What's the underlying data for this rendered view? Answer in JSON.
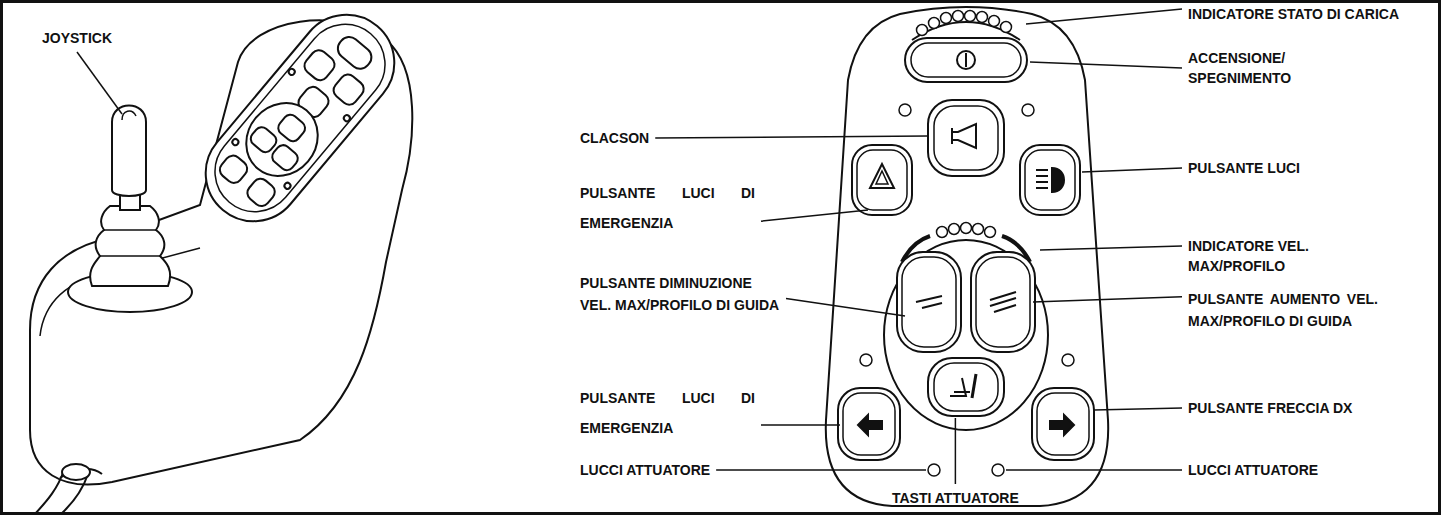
{
  "diagram": {
    "labels": [
      "JOYSTICK",
      "INDICATORE STATO DI CARICA",
      "ACCENSIONE/ SPEGNIMENTO",
      "CLACSON",
      "PULSANTE LUCI",
      "PULSANTE LUCI DI EMERGENZIA",
      "INDICATORE VEL. MAX/PROFILO",
      "PULSANTE DIMINUZIONE VEL. MAX/PROFILO DI GUIDA",
      "PULSANTE AUMENTO VEL. MAX/PROFILO DI GUIDA",
      "PULSANTE LUCI DI EMERGENZIA",
      "PULSANTE FRECCIA DX",
      "LUCCI ATTUATORE",
      "TASTI ATTUATORE",
      "LUCCI ATTUATORE"
    ]
  }
}
